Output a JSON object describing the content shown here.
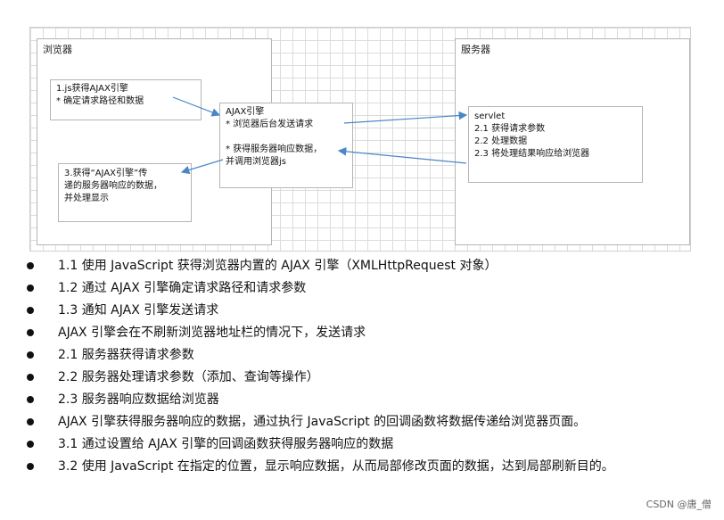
{
  "diagram": {
    "browser_label": "浏览器",
    "server_label": "服务器",
    "step1_text": "1.js获得AJAX引擎\n* 确定请求路径和数据",
    "ajax_text": "AJAX引擎\n* 浏览器后台发送请求\n\n* 获得服务器响应数据，\n并调用浏览器js",
    "servlet_text": "servlet\n2.1 获得请求参数\n2.2 处理数据\n2.3 将处理结果响应给浏览器",
    "step3_text": "3.获得“AJAX引擎”传\n递的服务器响应的数据，\n并处理显示",
    "arrow_color": "#4a86c8"
  },
  "bullets": [
    "1.1 使用 JavaScript 获得浏览器内置的 AJAX 引擎（XMLHttpRequest 对象）",
    "1.2  通过 AJAX 引擎确定请求路径和请求参数",
    "1.3  通知 AJAX 引擎发送请求",
    "AJAX 引擎会在不刷新浏览器地址栏的情况下，发送请求",
    "2.1  服务器获得请求参数",
    "2.2  服务器处理请求参数（添加、查询等操作）",
    "2.3  服务器响应数据给浏览器",
    "AJAX 引擎获得服务器响应的数据，通过执行 JavaScript 的回调函数将数据传递给浏览器页面。",
    "3.1  通过设置给 AJAX 引擎的回调函数获得服务器响应的数据",
    "3.2  使用 JavaScript 在指定的位置，显示响应数据，从而局部修改页面的数据，达到局部刷新目的。"
  ],
  "watermark": "CSDN @唐_僧"
}
